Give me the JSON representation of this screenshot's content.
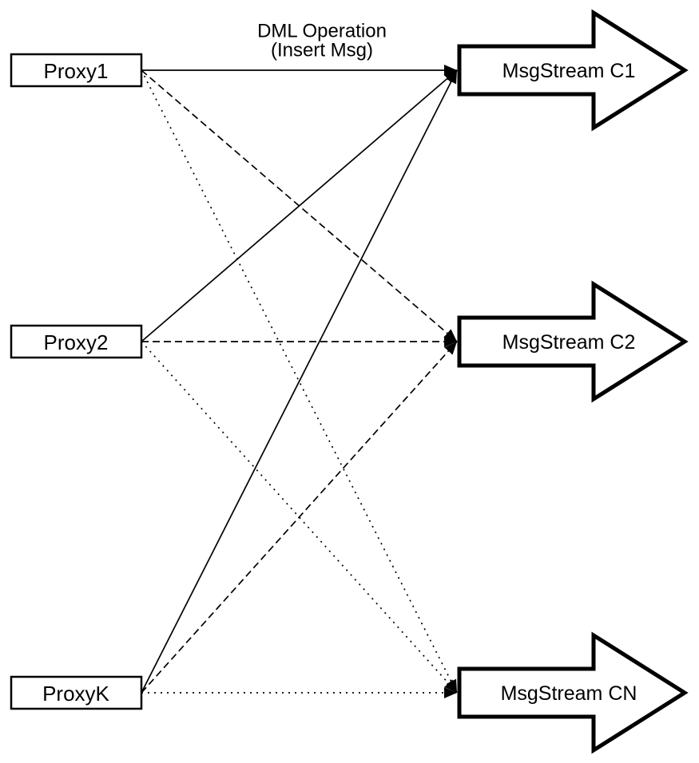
{
  "title": {
    "line1": "DML Operation",
    "line2": "(Insert Msg)"
  },
  "proxies": [
    {
      "id": "proxy1",
      "label": "Proxy1"
    },
    {
      "id": "proxy2",
      "label": "Proxy2"
    },
    {
      "id": "proxyk",
      "label": "ProxyK"
    }
  ],
  "streams": [
    {
      "id": "c1",
      "label": "MsgStream C1"
    },
    {
      "id": "c2",
      "label": "MsgStream C2"
    },
    {
      "id": "cn",
      "label": "MsgStream CN"
    }
  ],
  "connections": [
    {
      "from": "proxy1",
      "to": "c1",
      "style": "solid"
    },
    {
      "from": "proxy1",
      "to": "c2",
      "style": "dashed"
    },
    {
      "from": "proxy1",
      "to": "cn",
      "style": "dotted"
    },
    {
      "from": "proxy2",
      "to": "c1",
      "style": "solid"
    },
    {
      "from": "proxy2",
      "to": "c2",
      "style": "dashed"
    },
    {
      "from": "proxy2",
      "to": "cn",
      "style": "dotted"
    },
    {
      "from": "proxyk",
      "to": "c1",
      "style": "solid"
    },
    {
      "from": "proxyk",
      "to": "c2",
      "style": "dashed"
    },
    {
      "from": "proxyk",
      "to": "cn",
      "style": "dotted"
    }
  ],
  "colors": {
    "stroke": "#000000",
    "fill": "#ffffff",
    "background": "#ffffff"
  }
}
